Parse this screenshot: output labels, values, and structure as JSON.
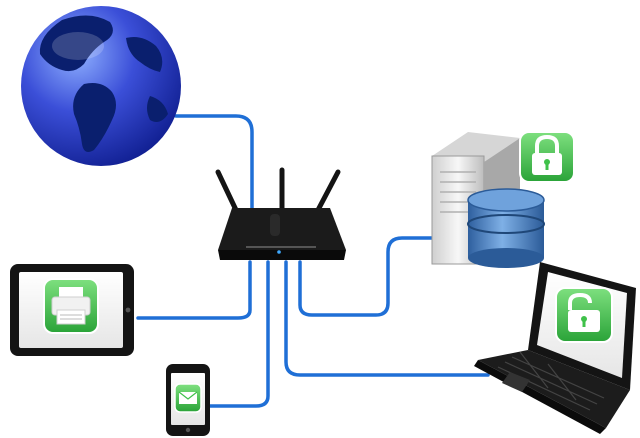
{
  "diagram": {
    "nodes": [
      {
        "id": "internet",
        "icon": "globe-icon"
      },
      {
        "id": "router",
        "icon": "wireless-router-icon"
      },
      {
        "id": "server",
        "icon": "server-database-icon",
        "badge": "padlock-locked-icon"
      },
      {
        "id": "tablet",
        "icon": "tablet-icon",
        "app": "printer-icon"
      },
      {
        "id": "phone",
        "icon": "smartphone-icon",
        "app": "mail-icon"
      },
      {
        "id": "laptop",
        "icon": "laptop-icon",
        "app": "padlock-unlocked-icon"
      }
    ],
    "links": [
      {
        "from": "internet",
        "to": "router"
      },
      {
        "from": "router",
        "to": "server"
      },
      {
        "from": "router",
        "to": "tablet"
      },
      {
        "from": "router",
        "to": "phone"
      },
      {
        "from": "router",
        "to": "laptop"
      }
    ]
  },
  "colors": {
    "cable": "#1f6fd6",
    "badge_green": "#3fc14a",
    "globe_ocean": "#2d3fc9",
    "globe_land": "#0a1f6e",
    "device_black": "#141414",
    "server_body": "#e9e9e9",
    "database_blue": "#4f86c6"
  }
}
